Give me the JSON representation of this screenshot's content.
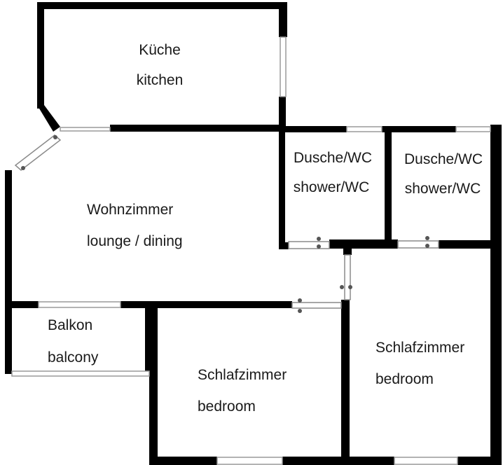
{
  "plan": {
    "rooms": {
      "kitchen": {
        "name_de": "Küche",
        "name_en": "kitchen"
      },
      "shower1": {
        "name_de": "Dusche/WC",
        "name_en": "shower/WC"
      },
      "shower2": {
        "name_de": "Dusche/WC",
        "name_en": "shower/WC"
      },
      "lounge": {
        "name_de": "Wohnzimmer",
        "name_en": "lounge / dining"
      },
      "balcony": {
        "name_de": "Balkon",
        "name_en": "balcony"
      },
      "bedroom1": {
        "name_de": "Schlafzimmer",
        "name_en": "bedroom"
      },
      "bedroom2": {
        "name_de": "Schlafzimmer",
        "name_en": "bedroom"
      }
    }
  }
}
